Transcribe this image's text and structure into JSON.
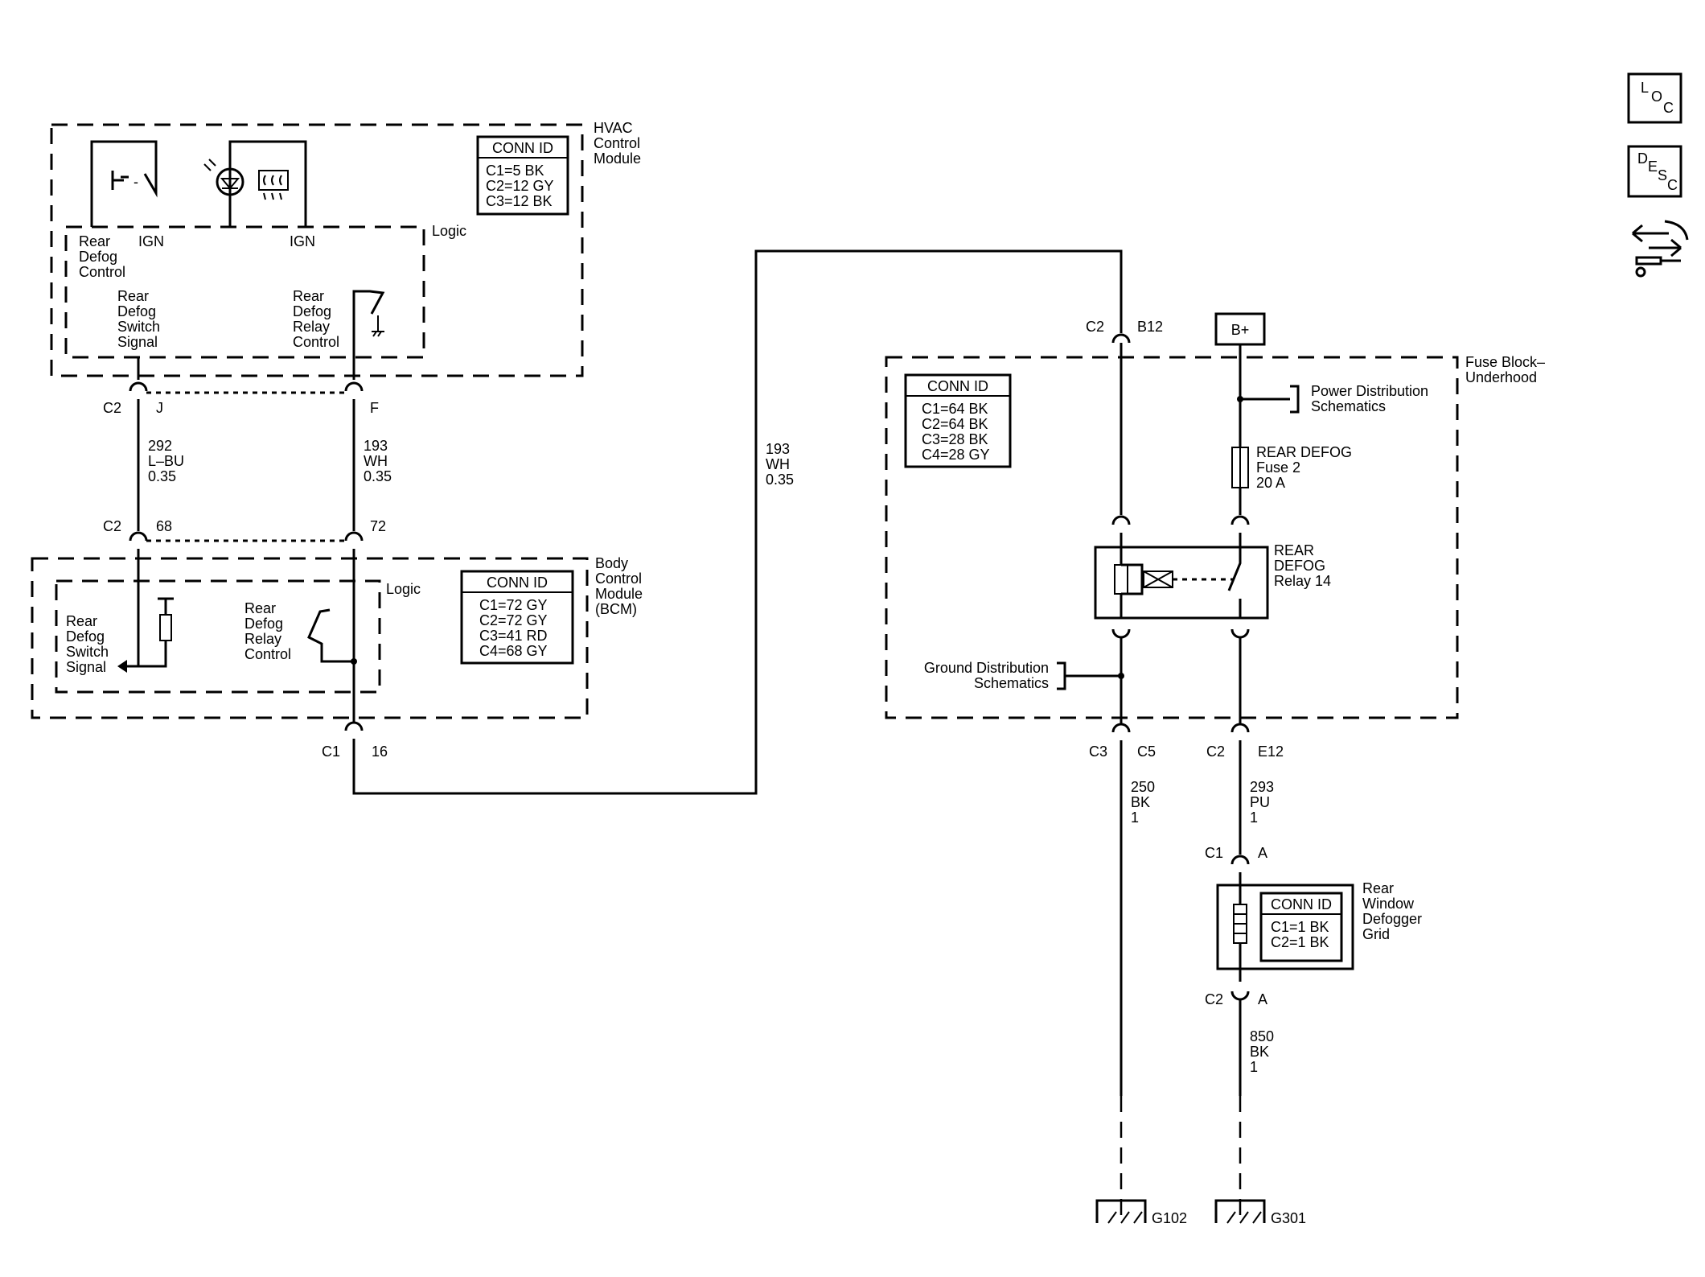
{
  "nav_icons": {
    "loc": {
      "l1": "L",
      "l2": "O",
      "l3": "C",
      "icon": "location-icon"
    },
    "desc": {
      "l1": "D",
      "l2": "E",
      "l3": "S",
      "l4": "C",
      "icon": "description-icon"
    },
    "connector": {
      "icon": "connector-icon"
    }
  },
  "hvac": {
    "title": [
      "HVAC",
      "Control",
      "Module"
    ],
    "logic": "Logic",
    "ign1": "IGN",
    "ign2": "IGN",
    "rear_defog_control": [
      "Rear",
      "Defog",
      "Control"
    ],
    "switch_signal": [
      "Rear",
      "Defog",
      "Switch",
      "Signal"
    ],
    "relay_control": [
      "Rear",
      "Defog",
      "Relay",
      "Control"
    ],
    "conn": {
      "header": "CONN ID",
      "rows": [
        "C1=5 BK",
        "C2=12 GY",
        "C3=12 BK"
      ]
    }
  },
  "bcm": {
    "title": [
      "Body",
      "Control",
      "Module",
      "(BCM)"
    ],
    "logic": "Logic",
    "switch_signal": [
      "Rear",
      "Defog",
      "Switch",
      "Signal"
    ],
    "relay_control": [
      "Rear",
      "Defog",
      "Relay",
      "Control"
    ],
    "conn": {
      "header": "CONN ID",
      "rows": [
        "C1=72 GY",
        "C2=72 GY",
        "C3=41 RD",
        "C4=68 GY"
      ]
    }
  },
  "connectors": {
    "hvac_c2": "C2",
    "hvac_j": "J",
    "hvac_f": "F",
    "bcm_c2": "C2",
    "bcm_68": "68",
    "bcm_72": "72",
    "bcm_c1": "C1",
    "bcm_16": "16",
    "fuse_c2": "C2",
    "fuse_b12": "B12",
    "fuse_c3": "C3",
    "fuse_c5": "C5",
    "fuse_c2b": "C2",
    "fuse_e12": "E12",
    "grid_c1": "C1",
    "grid_a1": "A",
    "grid_c2": "C2",
    "grid_a2": "A"
  },
  "wires": {
    "w292": [
      "292",
      "L–BU",
      "0.35"
    ],
    "w193a": [
      "193",
      "WH",
      "0.35"
    ],
    "w193b": [
      "193",
      "WH",
      "0.35"
    ],
    "w250": [
      "250",
      "BK",
      "1"
    ],
    "w293": [
      "293",
      "PU",
      "1"
    ],
    "w850": [
      "850",
      "BK",
      "1"
    ]
  },
  "fuse_block": {
    "title": [
      "Fuse Block–",
      "Underhood"
    ],
    "conn": {
      "header": "CONN ID",
      "rows": [
        "C1=64 BK",
        "C2=64 BK",
        "C3=28 BK",
        "C4=28 GY"
      ]
    },
    "bplus": "B+",
    "power_dist": [
      "Power Distribution",
      "Schematics"
    ],
    "fuse": [
      "REAR DEFOG",
      "Fuse 2",
      "20 A"
    ],
    "relay": [
      "REAR",
      "DEFOG",
      "Relay 14"
    ],
    "ground_dist": [
      "Ground Distribution",
      "Schematics"
    ]
  },
  "grid": {
    "title": [
      "Rear",
      "Window",
      "Defogger",
      "Grid"
    ],
    "conn": {
      "header": "CONN ID",
      "rows": [
        "C1=1 BK",
        "C2=1 BK"
      ]
    }
  },
  "grounds": {
    "g102": "G102",
    "g301": "G301"
  }
}
